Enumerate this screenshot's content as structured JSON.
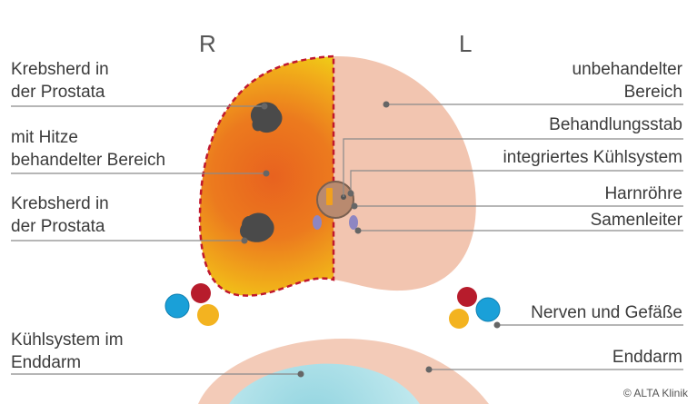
{
  "sides": {
    "right": "R",
    "left": "L"
  },
  "labels": {
    "tumor_top": {
      "line1": "Krebsherd in",
      "line2": "der Prostata"
    },
    "heat_area": {
      "line1": "mit Hitze",
      "line2": "behandelter Bereich"
    },
    "tumor_bottom": {
      "line1": "Krebsherd in",
      "line2": "der Prostata"
    },
    "cooling_rectum": {
      "line1": "Kühlsystem im",
      "line2": "Enddarm"
    },
    "untreated": {
      "line1": "unbehandelter",
      "line2": "Bereich"
    },
    "rod": "Behandlungsstab",
    "cooling": "integriertes Kühlsystem",
    "urethra": "Harnröhre",
    "vas": "Samenleiter",
    "nerves": "Nerven und Gefäße",
    "rectum": "Enddarm"
  },
  "credit": "© ALTA Klinik",
  "colors": {
    "untreated_tissue": "#f2c5b0",
    "heat_center": "#e8621f",
    "heat_edge": "#f0cc18",
    "boundary": "#c0182e",
    "leader": "#8a8a8a",
    "tumor": "#4a4a4a",
    "rectum_cooling": "#a9dde6",
    "nerve_red": "#b71c2c",
    "nerve_blue": "#1aa0d8",
    "nerve_yellow": "#f3b320",
    "vas_purple": "#8e86c2"
  }
}
